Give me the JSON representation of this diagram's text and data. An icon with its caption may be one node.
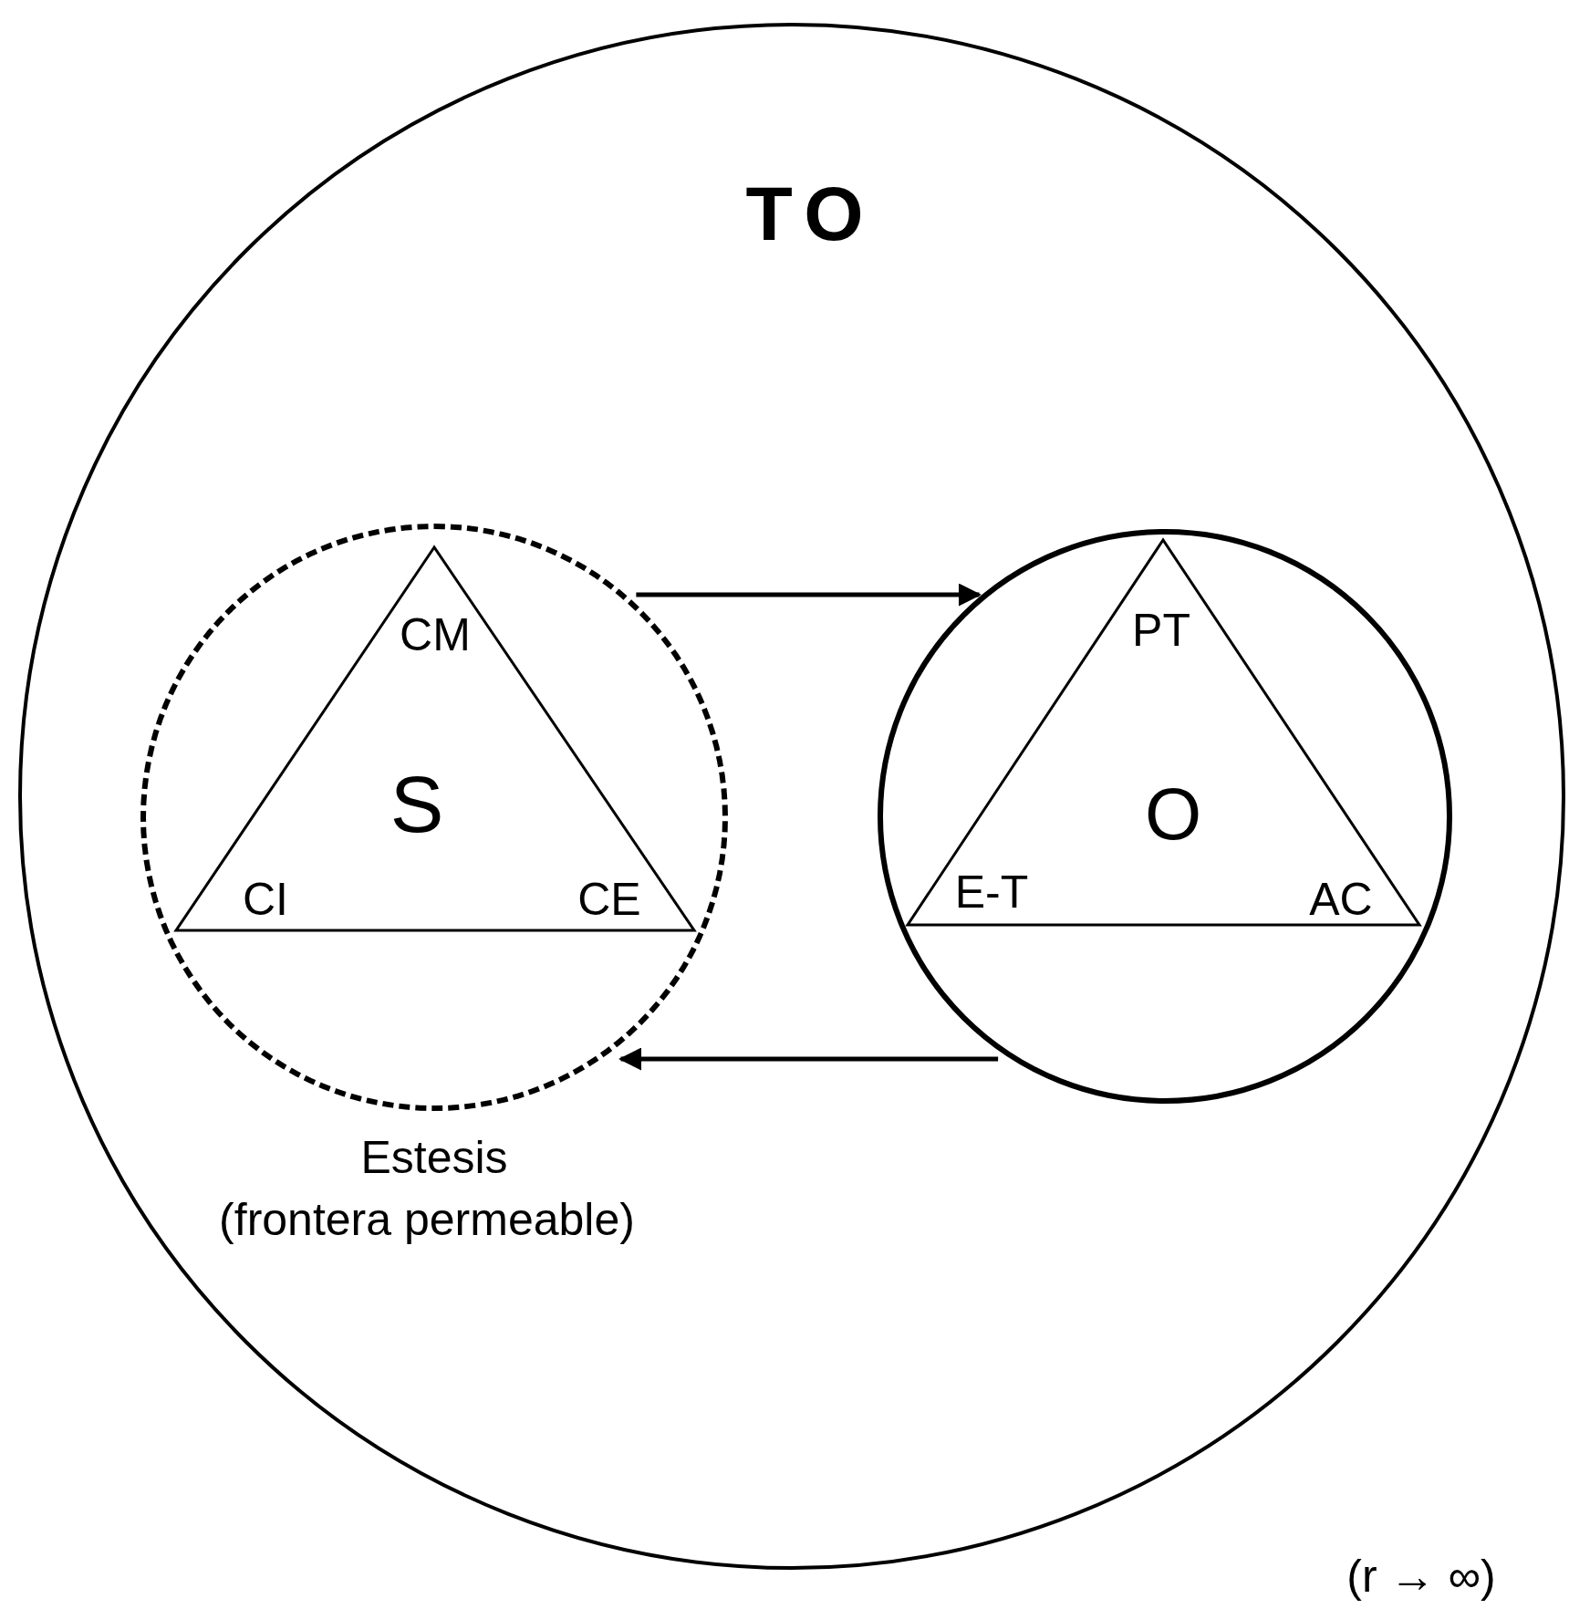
{
  "diagram": {
    "nodes": [
      {
        "text": [
          "TO"
        ]
      },
      {
        "text": [],
        "shape": "circle",
        "in": 0,
        "beside": [
          "Estesis",
          "(frontera permeable)"
        ]
      },
      {
        "text": [
          "CM",
          "S",
          "CI",
          "CE"
        ],
        "in": 1
      },
      {
        "text": [],
        "shape": "circle",
        "in": 0
      },
      {
        "text": [
          "PT",
          "O",
          "E-T",
          "AC"
        ],
        "in": 3
      }
    ],
    "edges": [
      {
        "from": 1,
        "to": 3,
        "arrow": "to"
      },
      {
        "from": 3,
        "to": 1,
        "arrow": "to"
      }
    ],
    "labels": [
      "(r → ∞)"
    ]
  }
}
